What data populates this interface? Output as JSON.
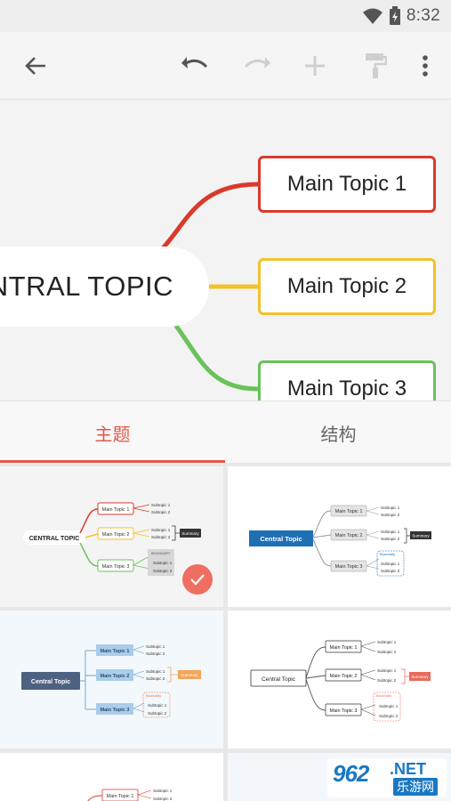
{
  "status_bar": {
    "time": "8:32"
  },
  "toolbar": {
    "back": "back-arrow-icon",
    "undo": "undo-icon",
    "redo": "redo-icon",
    "add": "plus-icon",
    "format": "paint-roller-icon",
    "more": "more-vert-icon"
  },
  "mindmap": {
    "central_topic": "CENTRAL TOPIC",
    "topics": [
      "Main Topic 1",
      "Main Topic 2",
      "Main Topic 3"
    ],
    "colors": {
      "topic1": "#d93a2b",
      "topic2": "#f2c12e",
      "topic3": "#69c25a"
    }
  },
  "tabs": [
    {
      "label": "主题",
      "active": true
    },
    {
      "label": "结构",
      "active": false
    }
  ],
  "themes": [
    {
      "central": "CENTRAL TOPIC",
      "topics": [
        "Main Topic 1",
        "Main Topic 2",
        "Main Topic 3"
      ],
      "subtopics": [
        "Subtopic 1",
        "Subtopic 2",
        "Subtopic 1",
        "Subtopic 2",
        "Subtopic 1",
        "Subtopic 2"
      ],
      "summary": "Summary",
      "boundary": "BOUNDARY",
      "selected": true
    },
    {
      "central": "Central Topic",
      "topics": [
        "Main Topic 1",
        "Main Topic 2",
        "Main Topic 3"
      ],
      "subtopics": [
        "Subtopic 1",
        "Subtopic 2",
        "Subtopic 1",
        "Subtopic 2",
        "Subtopic 1",
        "Subtopic 2"
      ],
      "summary": "Summary",
      "boundary": "Boundary",
      "selected": false
    },
    {
      "central": "Central Topic",
      "topics": [
        "Main Topic 1",
        "Main Topic 2",
        "Main Topic 3"
      ],
      "subtopics": [
        "Subtopic 1",
        "Subtopic 2",
        "Subtopic 1",
        "Subtopic 2",
        "Subtopic 1",
        "Subtopic 2"
      ],
      "summary": "Summary",
      "boundary": "Boundary",
      "selected": false
    },
    {
      "central": "Central Topic",
      "topics": [
        "Main Topic 1",
        "Main Topic 2",
        "Main Topic 3"
      ],
      "subtopics": [
        "Subtopic 1",
        "Subtopic 2",
        "Subtopic 1",
        "Subtopic 2",
        "Subtopic 1",
        "Subtopic 2"
      ],
      "summary": "Summary",
      "boundary": "Boundary",
      "selected": false
    },
    {
      "central": "",
      "topics": [
        "Main Topic 1"
      ],
      "subtopics": [
        "Subtopic 1",
        "Subtopic 2"
      ],
      "summary": "",
      "boundary": "",
      "selected": false
    }
  ],
  "watermark": {
    "number": "962",
    "net": ".NET",
    "cn": "乐游网"
  }
}
